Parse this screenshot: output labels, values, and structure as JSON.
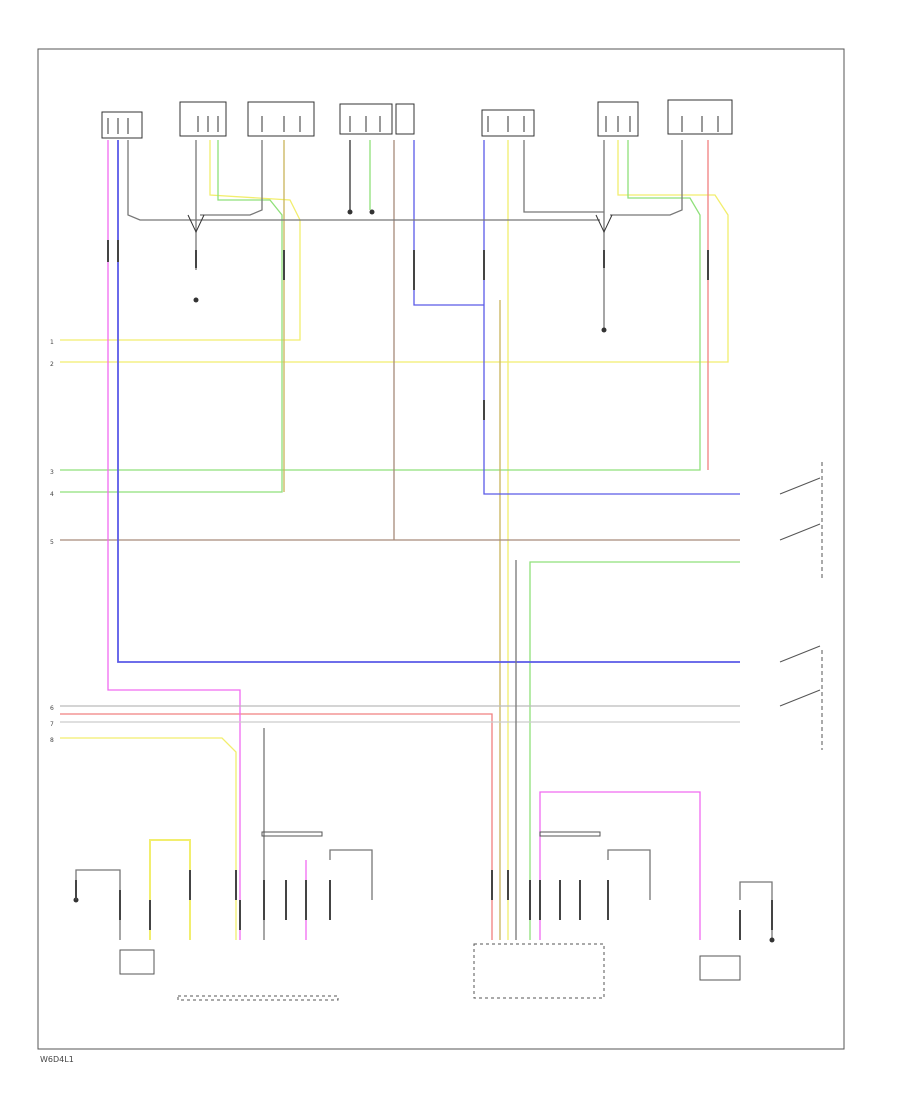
{
  "wire_colors": {
    "yellow": "#f2ee6e",
    "green": "#8fe07a",
    "pink": "#f06af0",
    "blue": "#5a5ae8",
    "red": "#f08080",
    "olive": "#c9b45a",
    "brown": "#a68a7a",
    "gray": "#999999",
    "black": "#222222"
  },
  "left_terminals": [
    "1",
    "2",
    "3",
    "4",
    "5",
    "6",
    "7",
    "8"
  ],
  "labels": {
    "footer": "W6D4L1"
  }
}
